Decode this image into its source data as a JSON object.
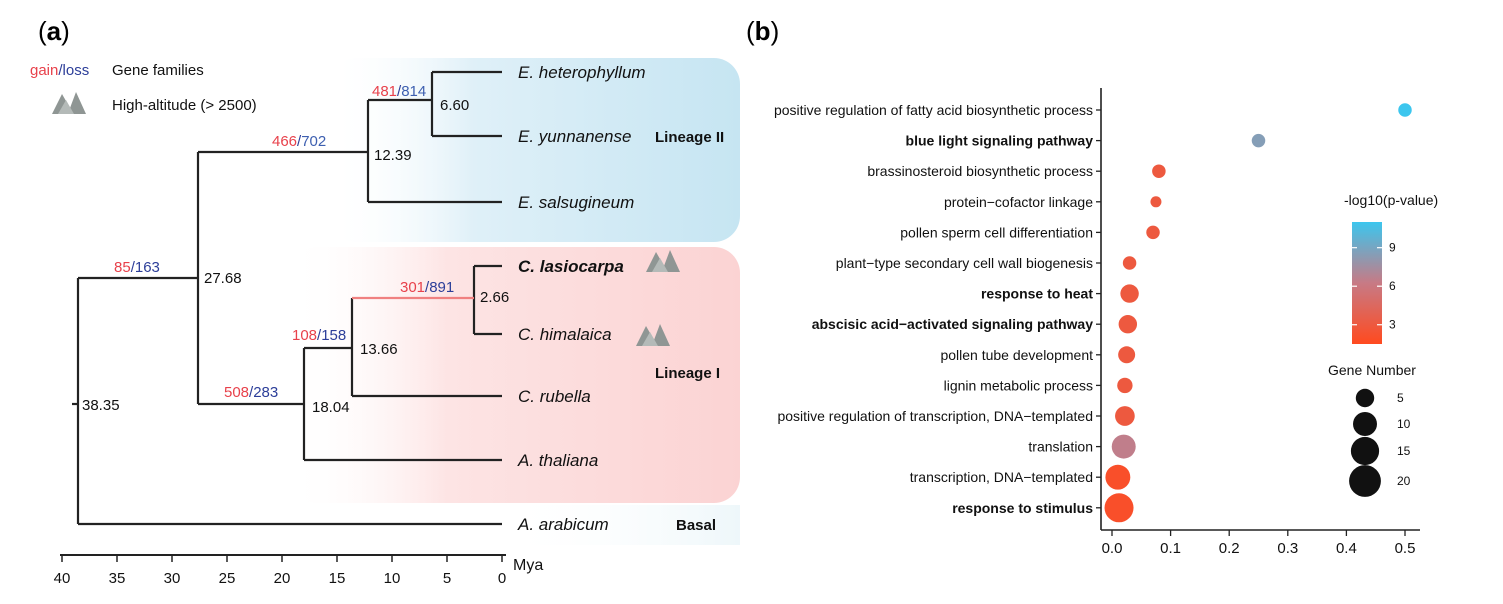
{
  "panel_a": {
    "label_open": "(",
    "label_letter": "a",
    "label_close": ")",
    "legend": {
      "gain": "gain",
      "slash": "/",
      "loss": "loss",
      "gene_families": "Gene families",
      "high_altitude": "High-altitude (> 2500)"
    },
    "colors": {
      "gain": "#e8414b",
      "loss": "#2c3e99",
      "branch": "#222222",
      "highlight_branch": "#f08080",
      "lineage2_bg": "#cfe8f3",
      "lineage1_bg": "#fbd6d6",
      "mountain": "#9aa19f"
    },
    "taxa": [
      {
        "name": "E. heterophyllum",
        "time": 0,
        "bold": false
      },
      {
        "name": "E. yunnanense",
        "time": 0,
        "bold": false
      },
      {
        "name": "E. salsugineum",
        "time": 0,
        "bold": false
      },
      {
        "name": "C. lasiocarpa",
        "time": 0,
        "bold": true
      },
      {
        "name": "C. himalaica",
        "time": 0,
        "bold": false
      },
      {
        "name": "C. rubella",
        "time": 0,
        "bold": false
      },
      {
        "name": "A. thaliana",
        "time": 0,
        "bold": false
      },
      {
        "name": "A. arabicum",
        "time": 0,
        "bold": false
      }
    ],
    "node_ages": [
      "38.35",
      "27.68",
      "12.39",
      "6.60",
      "18.04",
      "13.66",
      "2.66"
    ],
    "gain_loss": [
      {
        "gain": "85",
        "loss": "163"
      },
      {
        "gain": "466",
        "loss": "702"
      },
      {
        "gain": "481",
        "loss": "814"
      },
      {
        "gain": "508",
        "loss": "283"
      },
      {
        "gain": "108",
        "loss": "158"
      },
      {
        "gain": "301",
        "loss": "891"
      }
    ],
    "lineages": [
      "Lineage II",
      "Lineage I",
      "Basal"
    ],
    "axis": {
      "unit": "Mya",
      "ticks": [
        "40",
        "35",
        "30",
        "25",
        "20",
        "15",
        "10",
        "5",
        "0"
      ],
      "tick_values": [
        40,
        35,
        30,
        25,
        20,
        15,
        10,
        5,
        0
      ]
    }
  },
  "chart_data": {
    "type": "scatter",
    "panel_open": "(",
    "panel_letter": "b",
    "panel_close": ")",
    "title": "",
    "xlabel": "",
    "ylabel": "",
    "xlim": [
      0.0,
      0.5
    ],
    "x_ticks": [
      "0.0",
      "0.1",
      "0.2",
      "0.3",
      "0.4",
      "0.5"
    ],
    "x_tick_values": [
      0.0,
      0.1,
      0.2,
      0.3,
      0.4,
      0.5
    ],
    "categories": [
      "positive regulation of fatty acid biosynthetic process",
      "blue light signaling pathway",
      "brassinosteroid biosynthetic process",
      "protein−cofactor linkage",
      "pollen sperm cell differentiation",
      "plant−type secondary cell wall biogenesis",
      "response to heat",
      "abscisic acid−activated signaling pathway",
      "pollen tube development",
      "lignin metabolic process",
      "positive regulation of transcription, DNA−templated",
      "translation",
      "transcription, DNA−templated",
      "response to stimulus"
    ],
    "bold_categories": [
      false,
      true,
      false,
      false,
      false,
      false,
      true,
      true,
      false,
      false,
      false,
      false,
      false,
      true
    ],
    "x": [
      0.5,
      0.25,
      0.08,
      0.075,
      0.07,
      0.03,
      0.03,
      0.027,
      0.025,
      0.022,
      0.022,
      0.02,
      0.01,
      0.012
    ],
    "gene_number": [
      2,
      2,
      2,
      1,
      2,
      2,
      5,
      5,
      4,
      3,
      6,
      10,
      11,
      16
    ],
    "neg_log10_p": [
      11,
      8.5,
      3,
      3,
      3,
      3,
      3,
      3,
      3,
      3,
      3,
      6.5,
      2,
      2
    ],
    "color_legend": {
      "title": "-log10(p-value)",
      "ticks": [
        "9",
        "6",
        "3"
      ],
      "tick_values": [
        9,
        6,
        3
      ],
      "range": [
        1.5,
        11
      ],
      "color_low": "#ff4a1f",
      "color_high": "#3cc6ee"
    },
    "size_legend": {
      "title": "Gene Number",
      "ticks": [
        "5",
        "10",
        "15",
        "20"
      ],
      "tick_values": [
        5,
        10,
        15,
        20
      ]
    },
    "grid": false,
    "legend_position": "right"
  }
}
